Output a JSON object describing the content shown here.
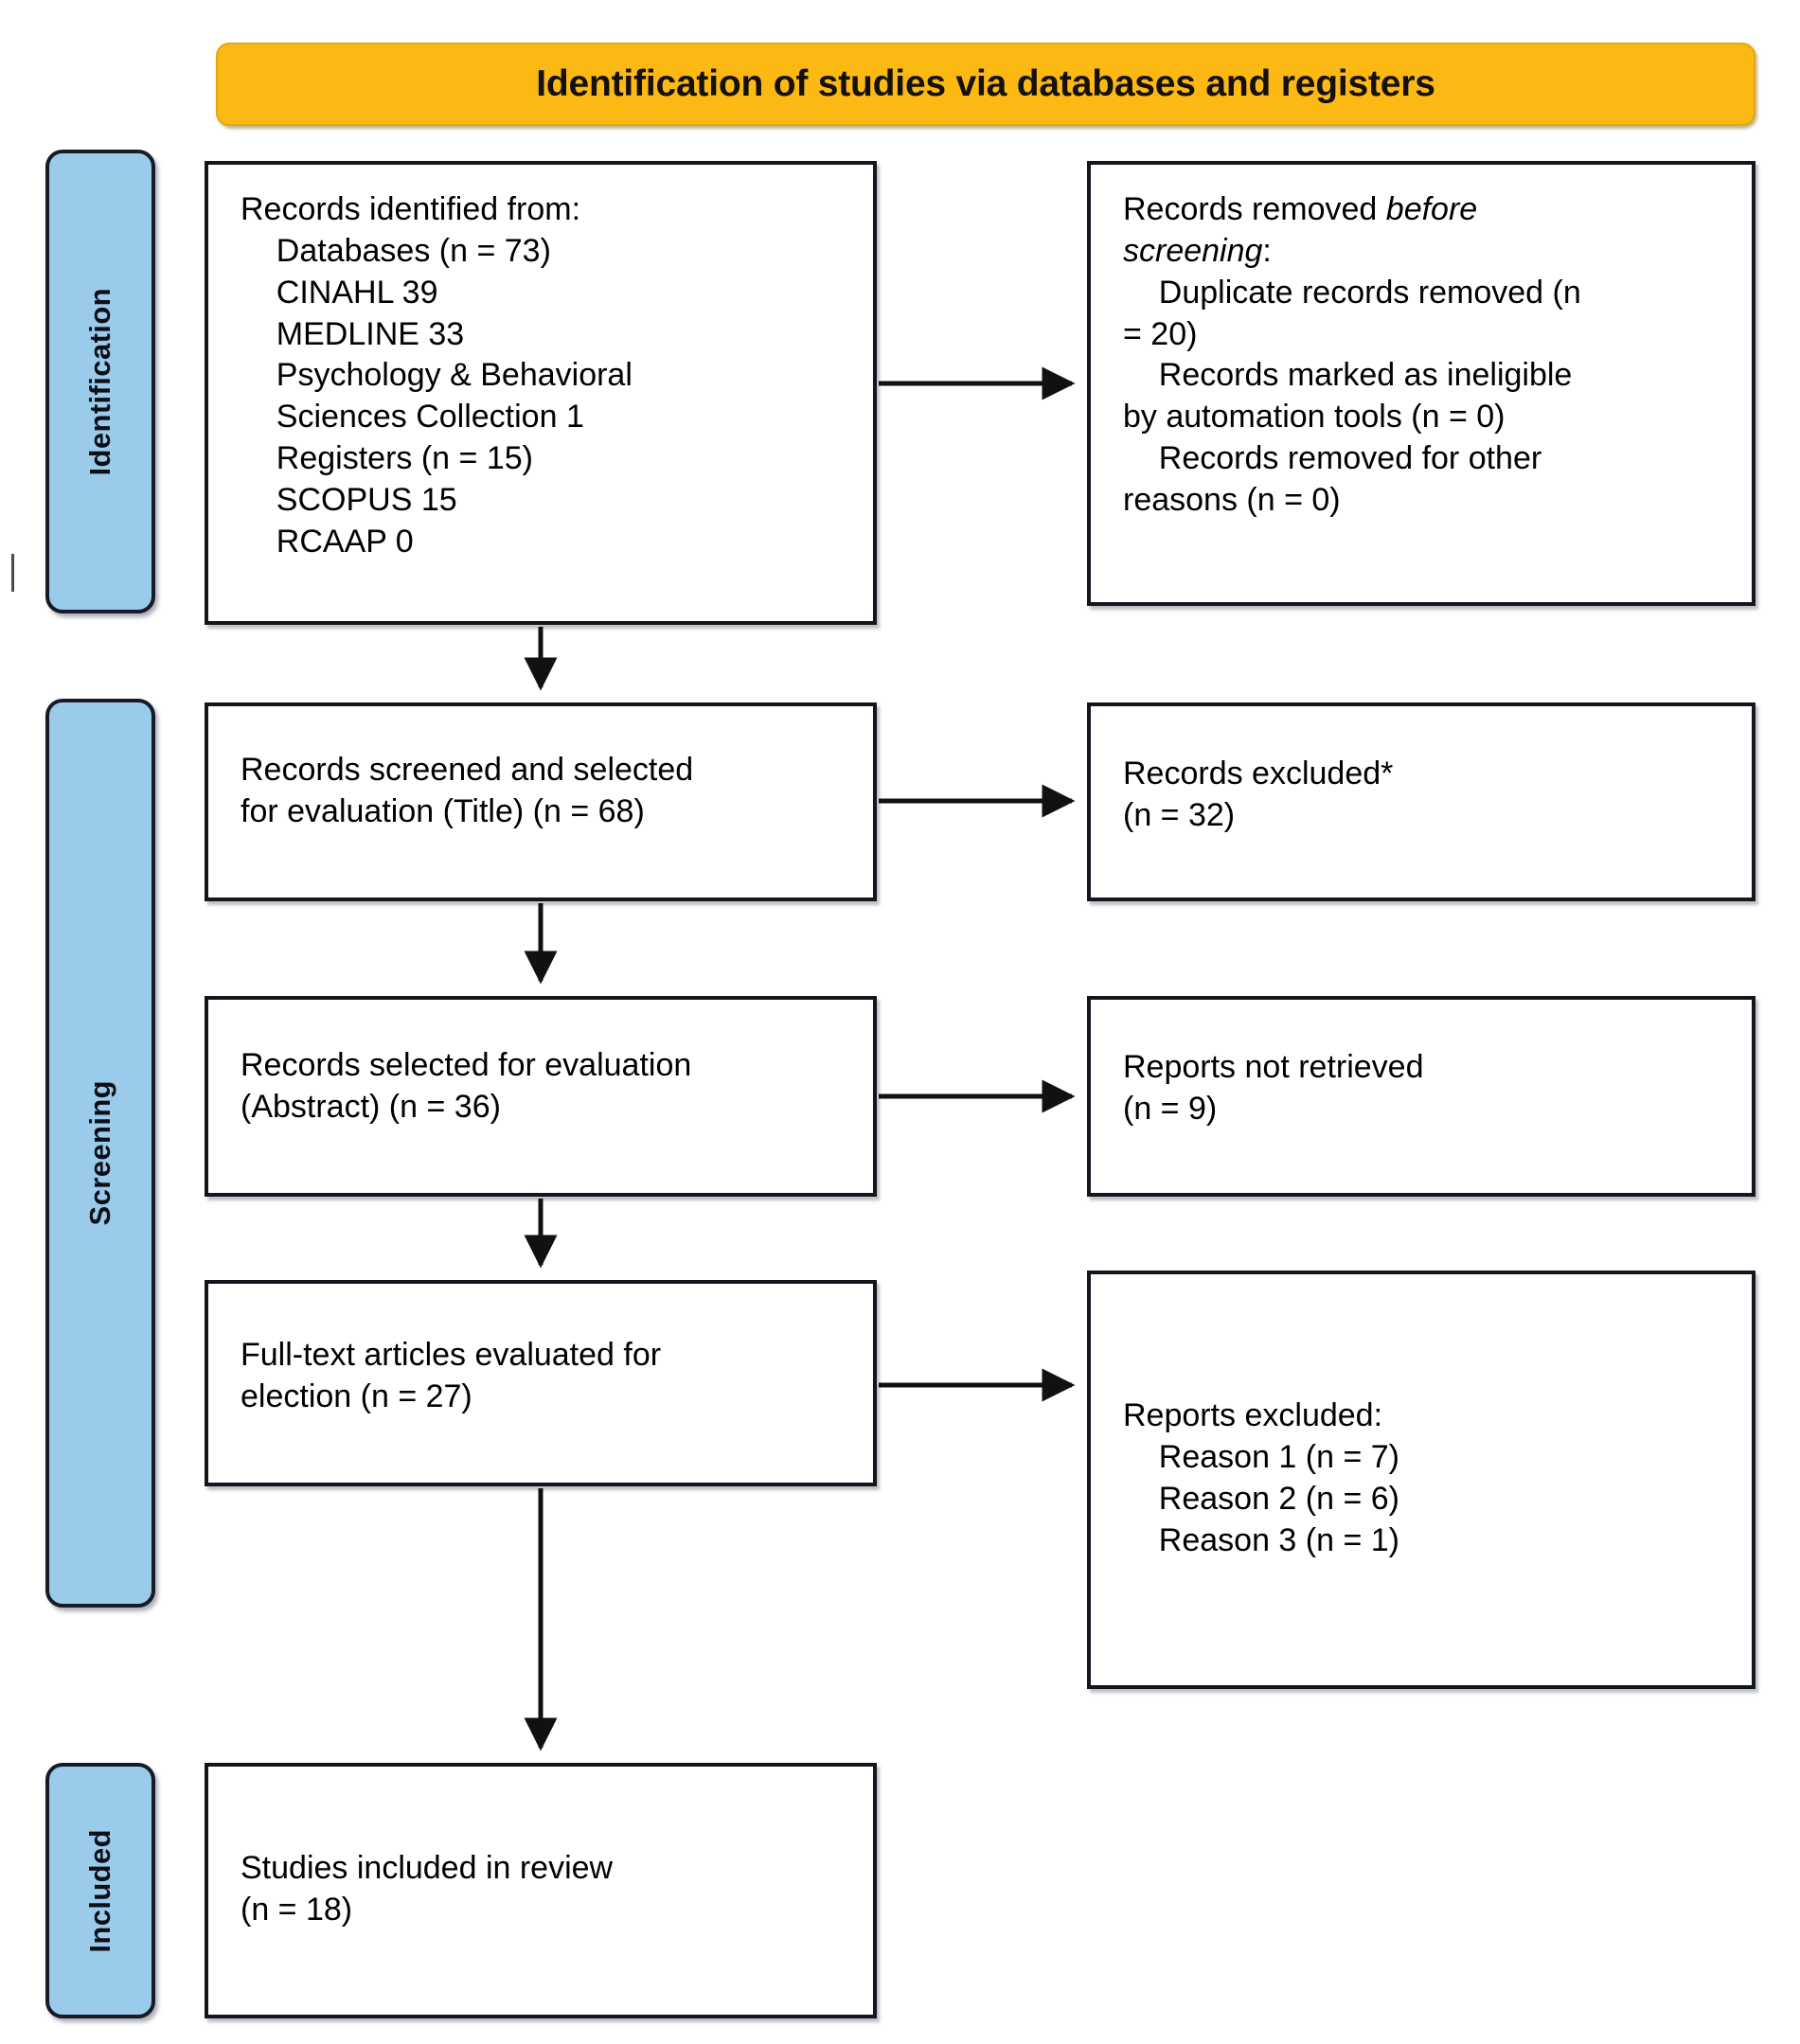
{
  "figure": {
    "type": "prisma-flow-diagram",
    "banner_title": "Identification of studies via databases and registers",
    "colors": {
      "banner": "#FCB813",
      "stage_bar": "#9BCBEB",
      "box_border": "#14161d",
      "box_fill": "#FFFFFF",
      "text": "#000000"
    }
  },
  "stages": [
    {
      "id": "identification",
      "label": "Identification"
    },
    {
      "id": "screening",
      "label": "Screening"
    },
    {
      "id": "included",
      "label": "Included"
    }
  ],
  "boxes": {
    "identified": {
      "name": "records-identified",
      "text": "Records identified from:\n    Databases (n = 73)\n    CINAHL 39\n    MEDLINE 33\n    Psychology & Behavioral\n    Sciences Collection 1\n    Registers (n = 15)\n    SCOPUS 15\n    RCAAP 0"
    },
    "removed": {
      "name": "records-removed-before-screening",
      "line1": "Records removed ",
      "line1_italic": "before",
      "line2_italic": "screening",
      "line2_rest": ":",
      "rest": "\n    Duplicate records removed (n\n= 20)\n    Records marked as ineligible\nby automation tools (n = 0)\n    Records removed for other\nreasons (n = 0)"
    },
    "screened_title": {
      "name": "records-screened-title",
      "text": "Records screened and selected\nfor evaluation (Title) (n = 68)"
    },
    "excluded_title": {
      "name": "records-excluded",
      "text": "Records excluded*\n(n = 32)"
    },
    "screened_abstract": {
      "name": "records-selected-abstract",
      "text": "Records selected for evaluation\n(Abstract) (n = 36)"
    },
    "not_retrieved": {
      "name": "reports-not-retrieved",
      "text": "Reports not retrieved\n(n = 9)"
    },
    "fulltext": {
      "name": "full-text-articles-evaluated",
      "text": "Full-text articles evaluated for\nelection (n = 27)"
    },
    "reports_excluded": {
      "name": "reports-excluded",
      "text": "Reports excluded:\n    Reason 1 (n = 7)\n    Reason 2 (n = 6)\n    Reason 3 (n = 1)"
    },
    "included": {
      "name": "studies-included-in-review",
      "text": "Studies included in review\n(n = 18)"
    }
  },
  "counts": {
    "databases_total": 73,
    "cinahl": 39,
    "medline": 33,
    "psych_behavioral_sciences_collection": 1,
    "registers_total": 15,
    "scopus": 15,
    "rcaap": 0,
    "duplicates_removed": 20,
    "ineligible_automation": 0,
    "removed_other_reasons": 0,
    "screened_title": 68,
    "excluded_title": 32,
    "selected_abstract": 36,
    "not_retrieved": 9,
    "fulltext_evaluated": 27,
    "reason_1": 7,
    "reason_2": 6,
    "reason_3": 1,
    "studies_included": 18
  }
}
